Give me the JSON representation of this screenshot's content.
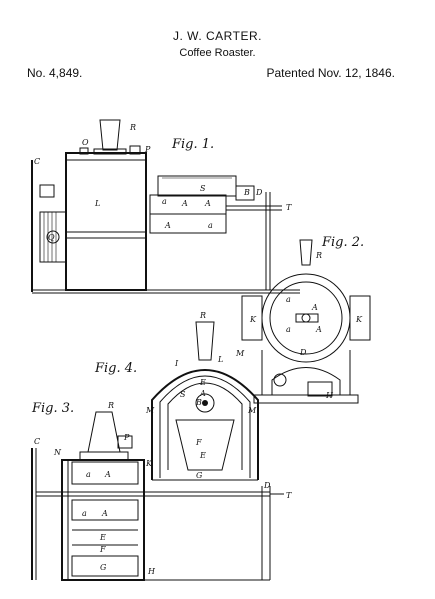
{
  "header": {
    "inventor": "J. W. CARTER.",
    "title": "Coffee Roaster.",
    "patent_number": "No. 4,849.",
    "patent_date": "Patented Nov. 12, 1846."
  },
  "figures": {
    "fig1": {
      "label": "Fig. 1.",
      "letters": [
        "C",
        "O",
        "R",
        "P",
        "S",
        "B",
        "D",
        "L",
        "a",
        "A",
        "T",
        "Q"
      ]
    },
    "fig2": {
      "label": "Fig. 2.",
      "letters": [
        "R",
        "K",
        "K",
        "D",
        "a",
        "A",
        "H"
      ]
    },
    "fig3": {
      "label": "Fig. 3.",
      "letters": [
        "R",
        "C",
        "N",
        "P",
        "K",
        "a",
        "A",
        "E",
        "F",
        "G",
        "D",
        "T",
        "H"
      ]
    },
    "fig4": {
      "label": "Fig. 4.",
      "letters": [
        "R",
        "I",
        "L",
        "M",
        "B",
        "E",
        "A",
        "F",
        "G",
        "S",
        "M"
      ]
    }
  }
}
